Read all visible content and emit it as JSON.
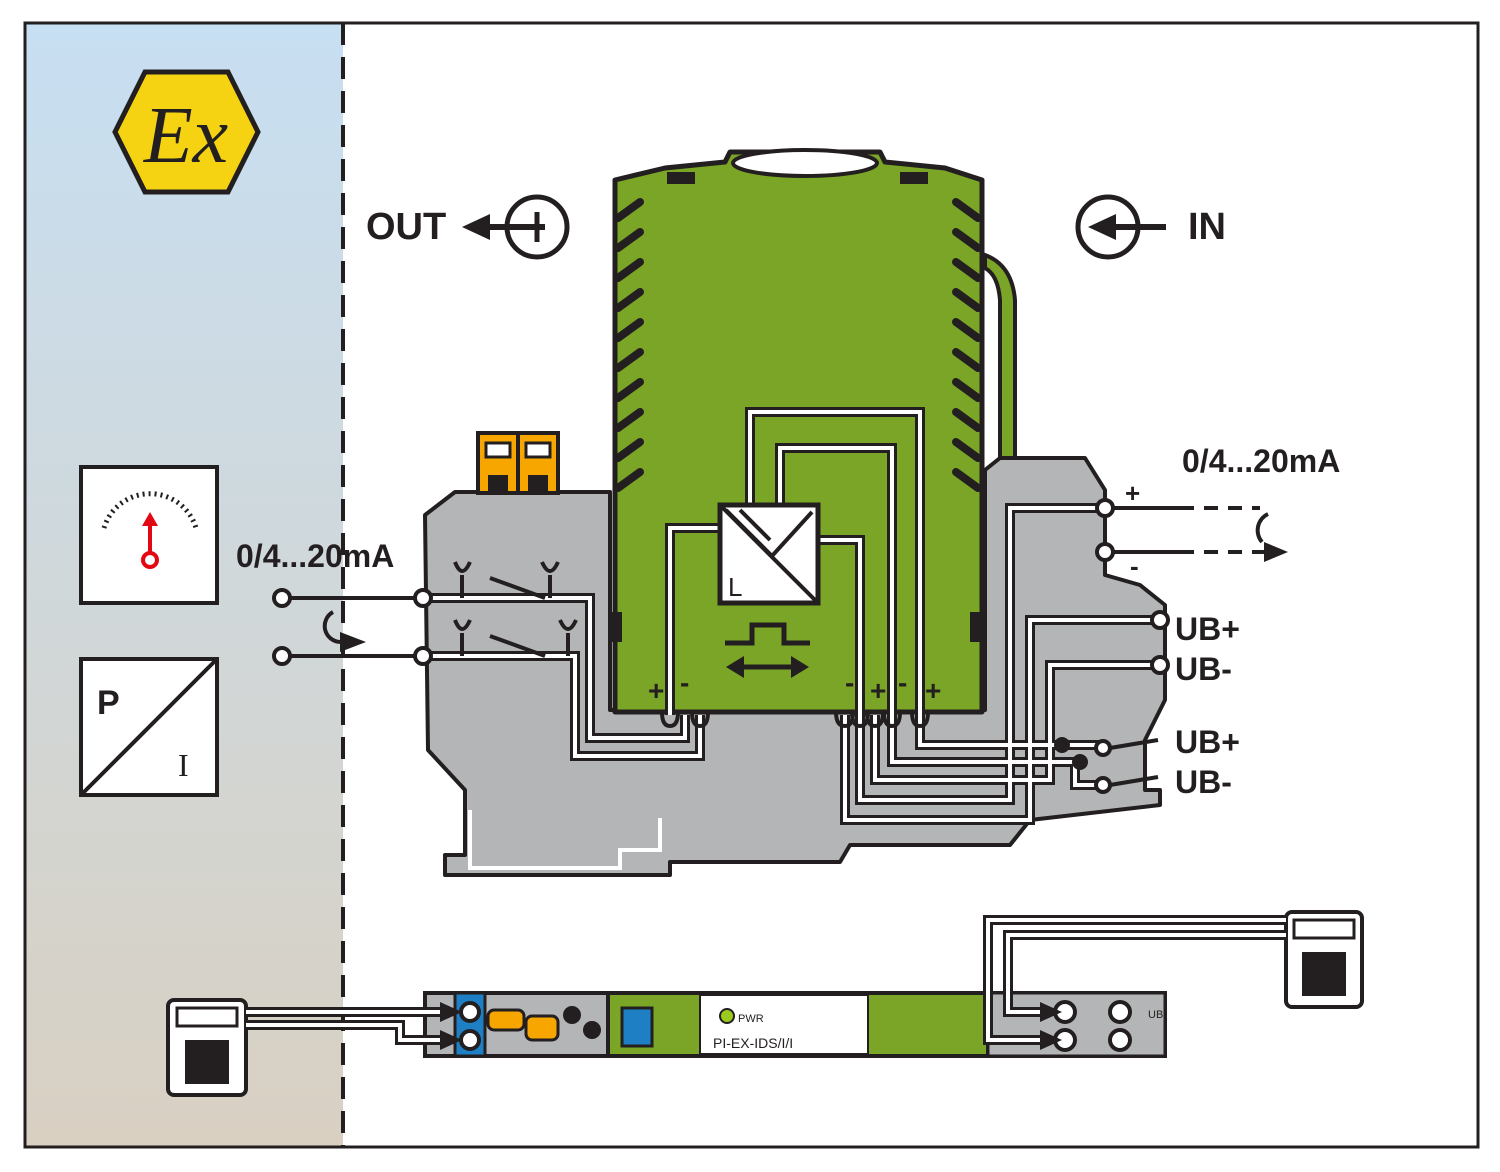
{
  "hazard_badge": {
    "text": "Ex",
    "color": "#f6d312"
  },
  "ports": {
    "out_label": "OUT",
    "in_label": "IN"
  },
  "signals": {
    "left_signal": "0/4...20mA",
    "right_signal": "0/4...20mA",
    "plus": "+",
    "minus": "-"
  },
  "supply": {
    "ub_plus_1": "UB+",
    "ub_minus_1": "UB-",
    "ub_plus_2": "UB+",
    "ub_minus_2": "UB-"
  },
  "module_terminals": {
    "left_plus": "+",
    "left_minus": "-",
    "right_minus_1": "-",
    "right_plus_1": "+",
    "right_minus_2": "-",
    "right_plus_2": "+"
  },
  "transducer": {
    "p_label": "P",
    "i_label": "I"
  },
  "converter": {
    "l_label": "L"
  },
  "strip": {
    "pwr_label": "PWR",
    "model_label": "PI-EX-IDS/I/I",
    "ub_label": "UB"
  },
  "colors": {
    "module_green": "#7aa526",
    "housing_gray": "#b4b5b6",
    "hazard_bg_top": "#c7dff2",
    "hazard_bg_bottom": "#d9d0c2",
    "connector_orange": "#f7a600",
    "blue_terminal": "#1e7fc4",
    "led_green": "#9ccb1f",
    "gauge_red": "#e30613"
  }
}
